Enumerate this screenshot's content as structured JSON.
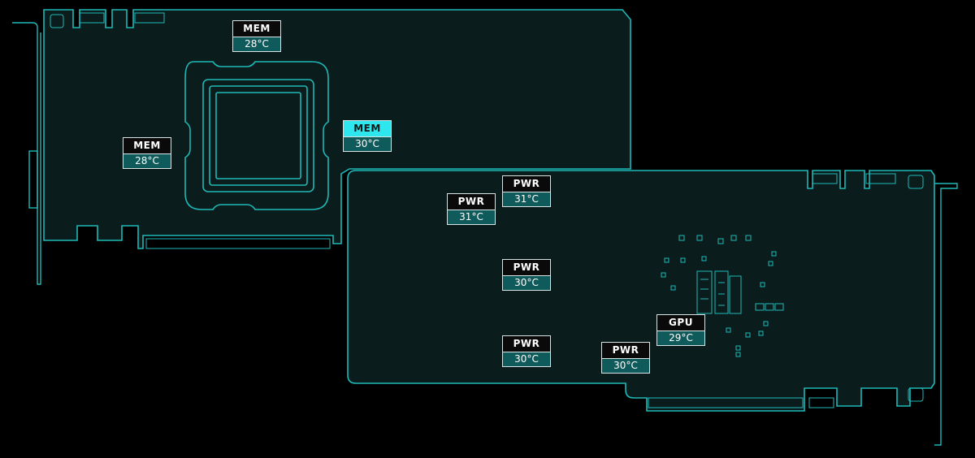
{
  "colors": {
    "outline": "#1fb8b8",
    "board_fill": "#0b1c1c",
    "label_bg": "#0a0a0a",
    "temp_bg": "#0f5a5a",
    "highlight": "#2ee6ee",
    "background": "#000000"
  },
  "sensors": [
    {
      "label": "MEM",
      "temp": "28°C",
      "highlight": false
    },
    {
      "label": "MEM",
      "temp": "28°C",
      "highlight": false
    },
    {
      "label": "MEM",
      "temp": "30°C",
      "highlight": true
    },
    {
      "label": "PWR",
      "temp": "31°C",
      "highlight": false
    },
    {
      "label": "PWR",
      "temp": "31°C",
      "highlight": false
    },
    {
      "label": "PWR",
      "temp": "30°C",
      "highlight": false
    },
    {
      "label": "PWR",
      "temp": "30°C",
      "highlight": false
    },
    {
      "label": "PWR",
      "temp": "30°C",
      "highlight": false
    },
    {
      "label": "GPU",
      "temp": "29°C",
      "highlight": false
    }
  ]
}
